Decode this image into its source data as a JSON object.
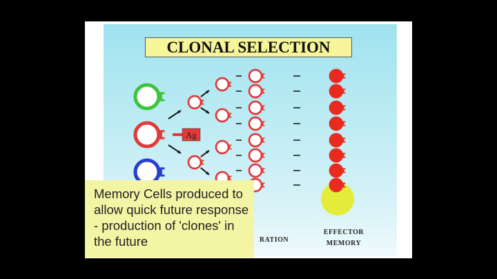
{
  "title": "CLONAL SELECTION",
  "antigen_label": "Ag",
  "column_labels": {
    "proliferation_partial": "RATION",
    "effector": "EFFECTOR",
    "memory": "MEMORY"
  },
  "caption": "Memory Cells produced to allow quick future response - production of 'clones' in the future",
  "colors": {
    "green_cell": "#3cc43c",
    "red_cell": "#e03a3a",
    "blue_cell": "#2a3fd0",
    "effector": "#e82a1f",
    "memory_highlight": "#e4ec3a"
  }
}
